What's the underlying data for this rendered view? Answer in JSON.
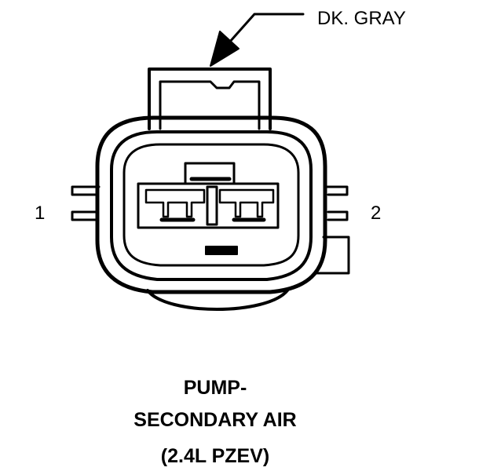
{
  "callout": {
    "text": "DK. GRAY"
  },
  "pins": {
    "left": "1",
    "right": "2"
  },
  "caption": {
    "line1": "PUMP-",
    "line2": "SECONDARY AIR",
    "line3": "(2.4L PZEV)"
  }
}
